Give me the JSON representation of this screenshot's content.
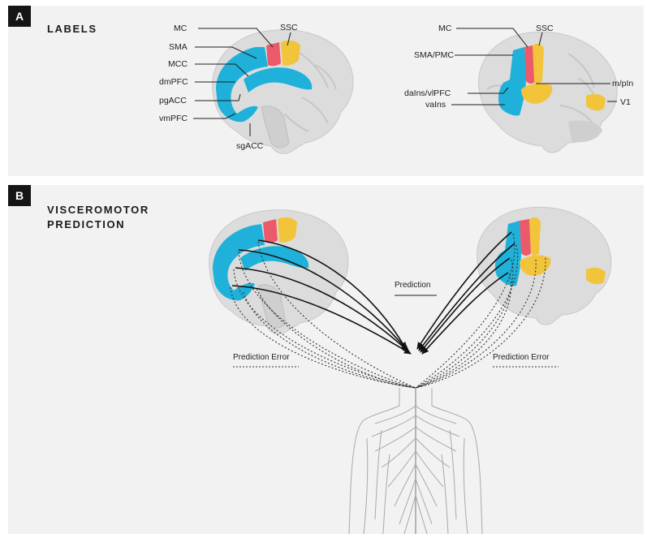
{
  "panel_a": {
    "badge": "A",
    "title": "LABELS",
    "medial_labels": {
      "mc": "MC",
      "ssc": "SSC",
      "sma": "SMA",
      "mcc": "MCC",
      "dmpfc": "dmPFC",
      "pgacc": "pgACC",
      "vmpfc": "vmPFC",
      "sgacc": "sgACC"
    },
    "lateral_labels": {
      "mc": "MC",
      "ssc": "SSC",
      "sma_pmc": "SMA/PMC",
      "mpin": "m/pIn",
      "dains_vlpfc": "daIns/vlPFC",
      "vains": "vaIns",
      "v1": "V1"
    }
  },
  "panel_b": {
    "badge": "B",
    "title_line1": "VISCEROMOTOR",
    "title_line2": "PREDICTION",
    "prediction_label": "Prediction",
    "prediction_error_left": "Prediction Error",
    "prediction_error_right": "Prediction Error"
  },
  "colors": {
    "visceromotor_blue": "#1fb1d9",
    "motor_red": "#ea5a6a",
    "sensory_yellow": "#f2c43c",
    "brain_gray": "#d9d9d9",
    "panel_bg": "#f1f2f1"
  }
}
